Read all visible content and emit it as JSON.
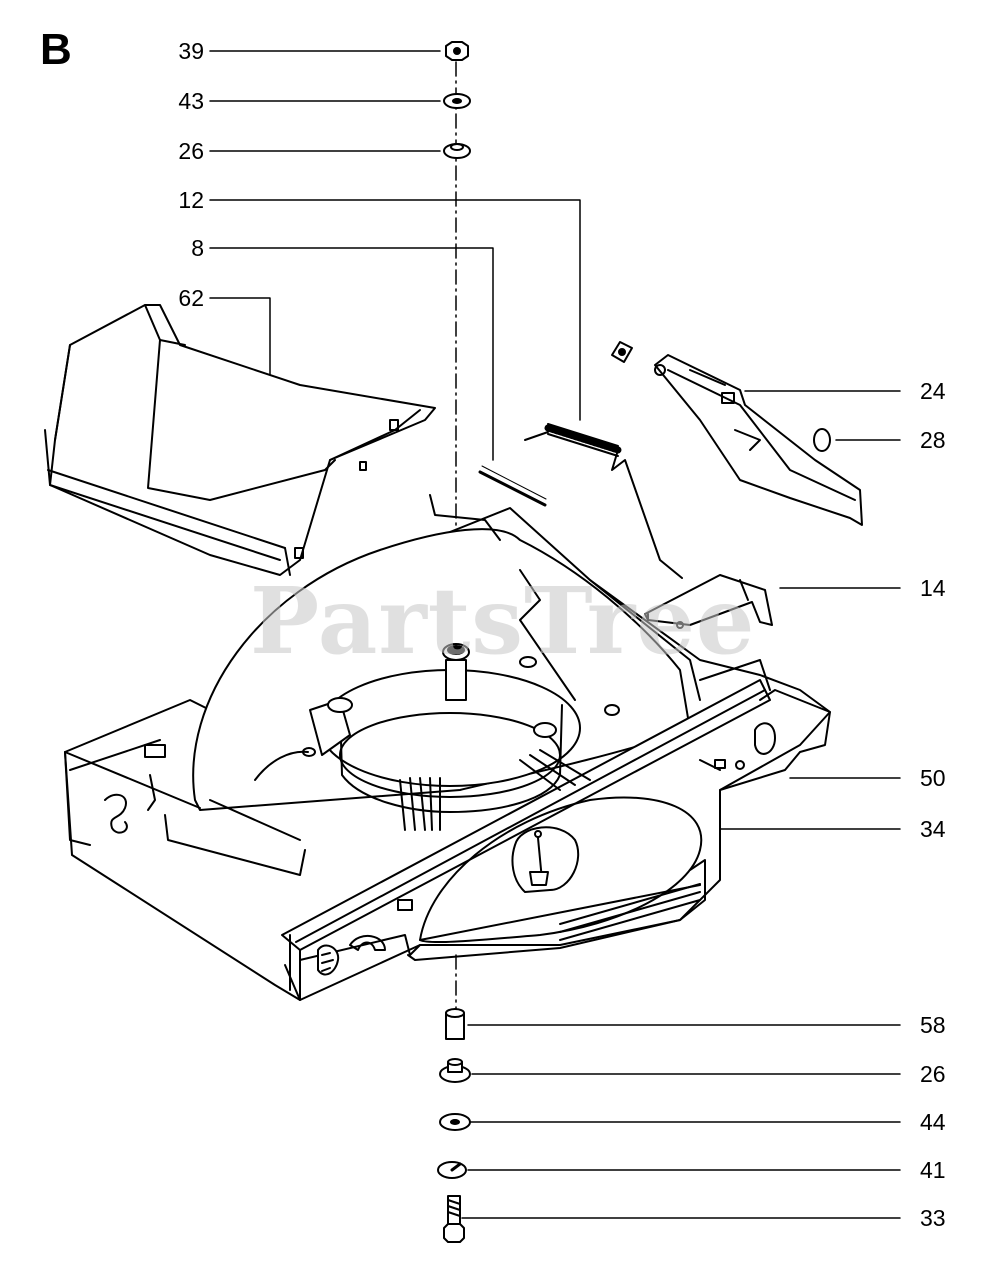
{
  "section_label": "B",
  "watermark": "PartsTree",
  "callouts_left": [
    "39",
    "43",
    "26",
    "12",
    "8",
    "62"
  ],
  "callouts_right": [
    "24",
    "28",
    "14",
    "50",
    "34",
    "58",
    "26",
    "44",
    "41",
    "33"
  ]
}
